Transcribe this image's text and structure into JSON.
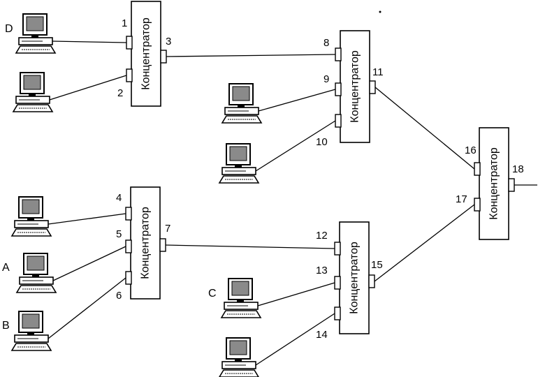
{
  "diagram": {
    "hub_label": "Концентратор",
    "hubs": [
      {
        "id": "hub-1",
        "label": "Концентратор"
      },
      {
        "id": "hub-2",
        "label": "Концентратор"
      },
      {
        "id": "hub-3",
        "label": "Концентратор"
      },
      {
        "id": "hub-4",
        "label": "Концентратор"
      },
      {
        "id": "hub-5",
        "label": "Концентратор"
      }
    ],
    "ports": [
      "1",
      "2",
      "3",
      "4",
      "5",
      "6",
      "7",
      "8",
      "9",
      "10",
      "11",
      "12",
      "13",
      "14",
      "15",
      "16",
      "17",
      "18"
    ],
    "computers": [
      {
        "id": "pc-d",
        "letter": "D"
      },
      {
        "id": "pc-2",
        "letter": ""
      },
      {
        "id": "pc-9",
        "letter": ""
      },
      {
        "id": "pc-10",
        "letter": ""
      },
      {
        "id": "pc-4",
        "letter": ""
      },
      {
        "id": "pc-a",
        "letter": "A"
      },
      {
        "id": "pc-b",
        "letter": "B"
      },
      {
        "id": "pc-c",
        "letter": "C"
      },
      {
        "id": "pc-14",
        "letter": ""
      }
    ],
    "colors": {
      "ink": "#000000",
      "paper": "#ffffff",
      "screen": "#8a8a8a"
    }
  }
}
